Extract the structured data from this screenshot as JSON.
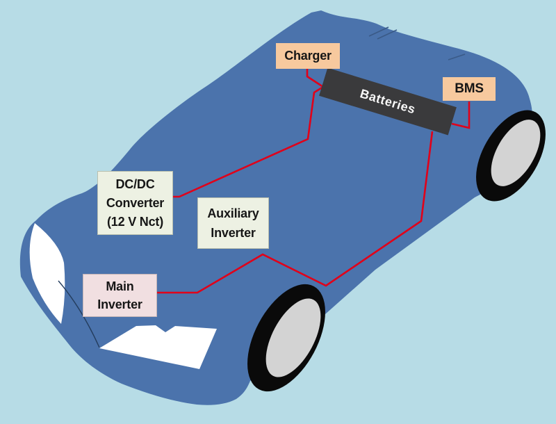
{
  "diagram": {
    "type": "ev-components-diagram",
    "description": "Electric vehicle drivetrain components overlaid on a blue car illustration",
    "background_color": "#b7dce6",
    "car_body_color": "#4b73ac",
    "wire_color": "#e10019",
    "wheel_tire_color": "#0a0a0a",
    "wheel_rim_color": "#d3d3d3",
    "labels": {
      "charger": {
        "text": "Charger",
        "bg_color": "#f7c99e"
      },
      "bms": {
        "text": "BMS",
        "bg_color": "#f7c99e"
      },
      "batteries": {
        "text": "Batteries",
        "bg_color": "#3a3a3c",
        "text_color": "#ffffff"
      },
      "dcdc_converter": {
        "lines": [
          "DC/DC",
          "Converter",
          "(12 V Nct)"
        ],
        "bg_color": "#edf1e3"
      },
      "auxiliary_inverter": {
        "lines": [
          "Auxiliary",
          "Inverter"
        ],
        "bg_color": "#edf1e3"
      },
      "main_inverter": {
        "lines": [
          "Main",
          "Inverter"
        ],
        "bg_color": "#f1dfe1"
      }
    },
    "connections": [
      "Charger — Batteries",
      "Batteries — DC/DC Converter (12 V Nct)",
      "Batteries — BMS",
      "Batteries — Auxiliary Inverter — Main Inverter"
    ]
  }
}
